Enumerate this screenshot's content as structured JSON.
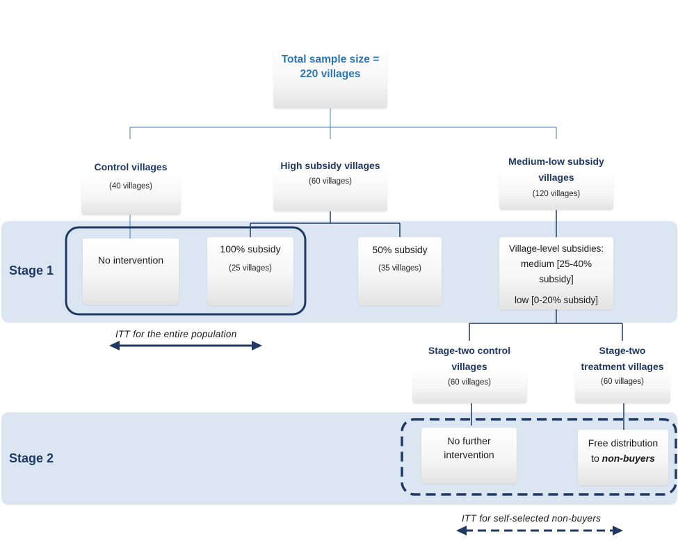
{
  "root": {
    "title_line1": "Total sample size =",
    "title_line2": "220 villages"
  },
  "groups": {
    "control": {
      "title": "Control villages",
      "count": "(40 villages)"
    },
    "high": {
      "title": "High subsidy villages",
      "count": "(60 villages)"
    },
    "medlow": {
      "title_line1": "Medium-low subsidy",
      "title_line2": "villages",
      "count": "(120 villages)"
    }
  },
  "stage1": {
    "label": "Stage 1",
    "no_intervention": "No intervention",
    "full_subsidy": {
      "title": "100% subsidy",
      "count": "(25 villages)"
    },
    "half_subsidy": {
      "title": "50% subsidy",
      "count": "(35 villages)"
    },
    "village_level": {
      "line1": "Village-level subsidies:",
      "line2": "medium [25-40%",
      "line3": "subsidy]",
      "line4": "low [0-20% subsidy]"
    },
    "itt_label": "ITT for the entire population"
  },
  "stage2_groups": {
    "control": {
      "title_line1": "Stage-two control",
      "title_line2": "villages",
      "count": "(60 villages)"
    },
    "treatment": {
      "title_line1": "Stage-two",
      "title_line2": "treatment villages",
      "count": "(60 villages)"
    }
  },
  "stage2": {
    "label": "Stage 2",
    "no_further_line1": "No further",
    "no_further_line2": "intervention",
    "free_dist_line1": "Free distribution",
    "free_dist_prefix": "to ",
    "free_dist_emph": "non-buyers",
    "itt_label": "ITT for self-selected non-buyers"
  },
  "colors": {
    "band": "#dce6f2",
    "title": "#1f3864",
    "root_title": "#2e75b6",
    "connector": "#4a7ab0"
  }
}
